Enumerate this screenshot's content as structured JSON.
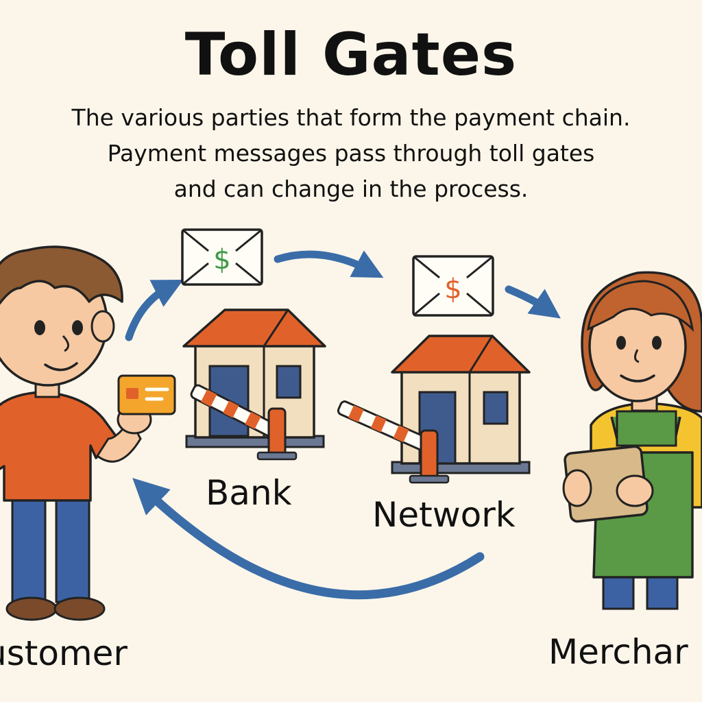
{
  "title": "Toll Gates",
  "subtitle": [
    "The various parties that form the payment chain.",
    "Payment messages pass through toll gates",
    "and can change in the process."
  ],
  "labels": {
    "customer": "ustomer",
    "bank": "Bank",
    "network": "Network",
    "merchant": "Merchar"
  },
  "envelopes": {
    "first_symbol": "$",
    "second_symbol": "$"
  },
  "colors": {
    "background": "#fcf6ea",
    "arrow": "#3a6ca8",
    "roof": "#e0622a",
    "dollar_green": "#3f9a47",
    "dollar_orange": "#e0622a"
  }
}
